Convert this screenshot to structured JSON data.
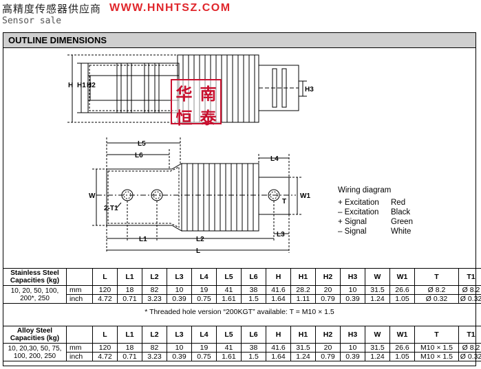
{
  "header": {
    "chinese_title": "高精度传感器供应商",
    "url": "WWW.HNHTSZ.COM",
    "subtitle": "Sensor sale"
  },
  "section_title": "OUTLINE DIMENSIONS",
  "stamp": [
    "华",
    "南",
    "恒",
    "泰"
  ],
  "drawing_labels": {
    "top_view": [
      "H",
      "H1",
      "H2",
      "H3"
    ],
    "side_view": [
      "L5",
      "L6",
      "L4",
      "W",
      "W1",
      "2-T1",
      "T",
      "L1",
      "L2",
      "L3",
      "L"
    ]
  },
  "wiring": {
    "title": "Wiring diagram",
    "rows": [
      {
        "signal": "+ Excitation",
        "color": "Red"
      },
      {
        "signal": "– Excitation",
        "color": "Black"
      },
      {
        "signal": "+ Signal",
        "color": "Green"
      },
      {
        "signal": "– Signal",
        "color": "White"
      }
    ]
  },
  "columns": [
    "L",
    "L1",
    "L2",
    "L3",
    "L4",
    "L5",
    "L6",
    "H",
    "H1",
    "H2",
    "H3",
    "W",
    "W1",
    "T",
    "T1"
  ],
  "stainless": {
    "label_1": "Stainless Steel",
    "label_2": "Capacities (kg)",
    "cap_1": "10, 20, 50, 100,",
    "cap_2": "200*, 250",
    "rows": [
      {
        "unit": "mm",
        "values": [
          "120",
          "18",
          "82",
          "10",
          "19",
          "41",
          "38",
          "41.6",
          "28.2",
          "20",
          "10",
          "31.5",
          "26.6",
          "Ø 8.2",
          "Ø 8.2"
        ]
      },
      {
        "unit": "inch",
        "values": [
          "4.72",
          "0.71",
          "3.23",
          "0.39",
          "0.75",
          "1.61",
          "1.5",
          "1.64",
          "1.11",
          "0.79",
          "0.39",
          "1.24",
          "1.05",
          "Ø 0.32",
          "Ø 0.32"
        ]
      }
    ]
  },
  "note": "* Threaded hole version “200KGT” available: T = M10 × 1.5",
  "alloy": {
    "label_1": "Alloy Steel",
    "label_2": "Capacities (kg)",
    "cap_1": "10, 20,30, 50, 75,",
    "cap_2": "100, 200, 250",
    "rows": [
      {
        "unit": "mm",
        "values": [
          "120",
          "18",
          "82",
          "10",
          "19",
          "41",
          "38",
          "41.6",
          "31.5",
          "20",
          "10",
          "31.5",
          "26.6",
          "M10 × 1.5",
          "Ø 8.2"
        ]
      },
      {
        "unit": "inch",
        "values": [
          "4.72",
          "0.71",
          "3.23",
          "0.39",
          "0.75",
          "1.61",
          "1.5",
          "1.64",
          "1.24",
          "0.79",
          "0.39",
          "1.24",
          "1.05",
          "M10 × 1.5",
          "Ø 0.32"
        ]
      }
    ]
  }
}
